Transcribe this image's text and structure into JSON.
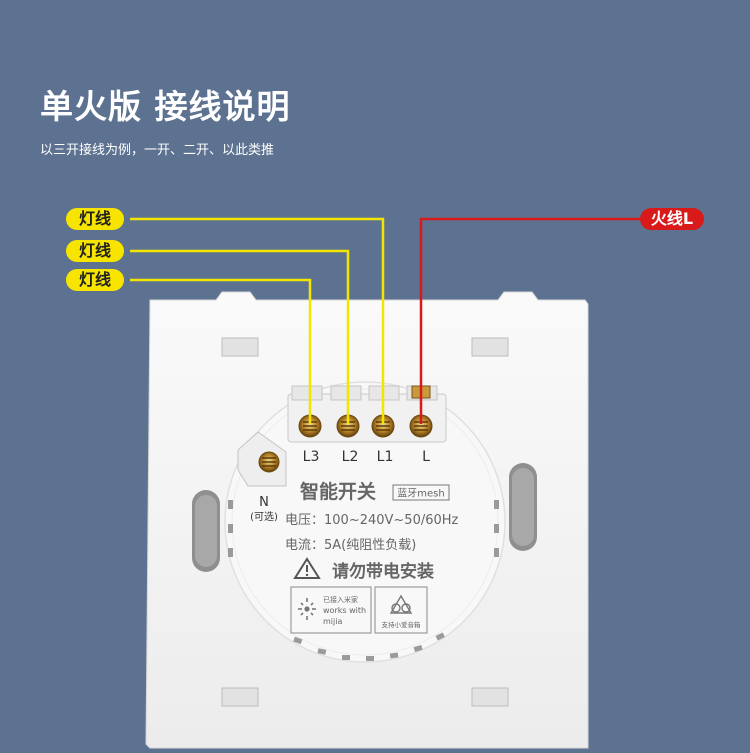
{
  "header": {
    "title": "单火版 接线说明",
    "subtitle": "以三开接线为例，一开、二开、以此类推"
  },
  "wires": {
    "lamp_labels": [
      "灯线",
      "灯线",
      "灯线"
    ],
    "live_label": "火线L"
  },
  "terminals": {
    "labels": [
      "L3",
      "L2",
      "L1",
      "L"
    ],
    "neutral": "N",
    "neutral_note": "(可选)"
  },
  "panel": {
    "product_name": "智能开关",
    "mesh_badge": "蓝牙mesh",
    "voltage": "电压：100~240V~50/60Hz",
    "current": "电流：5A(纯阻性负载)",
    "warning": "请勿带电安装",
    "mijia_line1": "已接入米家",
    "mijia_line2": "works with",
    "mijia_line3": "mijia",
    "xiaoai": "支持小爱音箱"
  },
  "colors": {
    "background": "#5d7291",
    "lamp_wire": "#f2e600",
    "live_wire": "#d91a1a",
    "panel": "#f4f4f4"
  }
}
